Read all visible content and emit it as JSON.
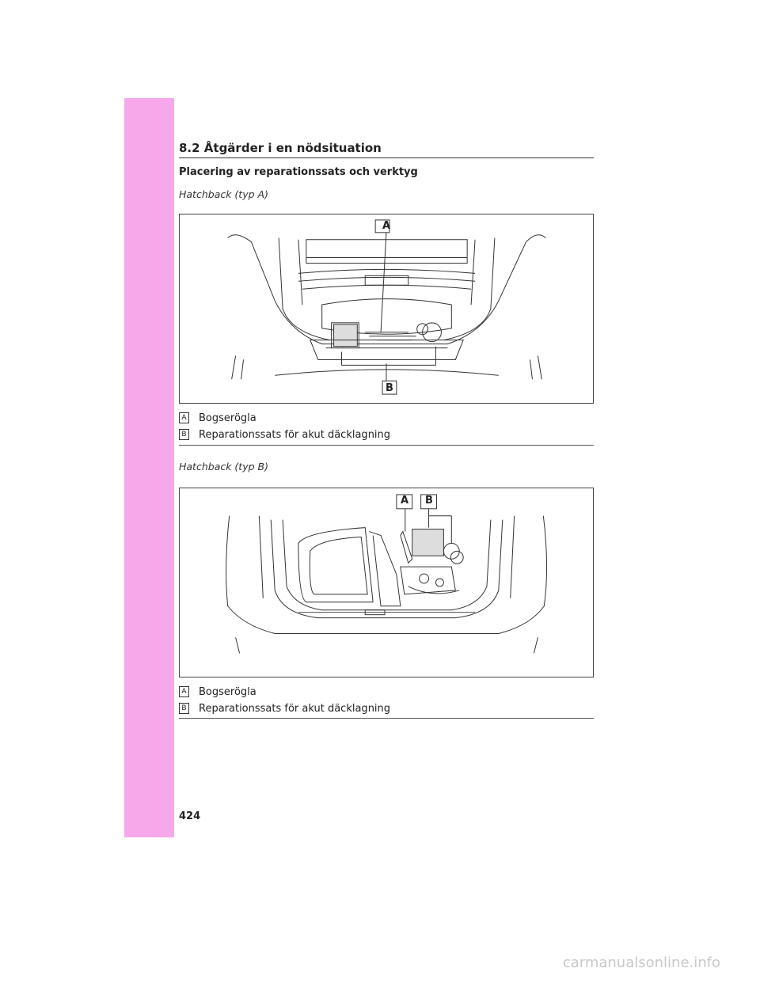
{
  "header": {
    "section_title": "8.2  Åtgärder i en nödsituation"
  },
  "content": {
    "heading": "Placering av reparationssats och verktyg",
    "figure_a": {
      "subheading": "Hatchback (typ A)",
      "callout_a": "A",
      "callout_b": "B",
      "legend": [
        {
          "key": "A",
          "label": "Bogserögla"
        },
        {
          "key": "B",
          "label": "Reparationssats för akut däcklagning"
        }
      ]
    },
    "figure_b": {
      "subheading": "Hatchback (typ B)",
      "callout_a": "A",
      "callout_b": "B",
      "legend": [
        {
          "key": "A",
          "label": "Bogserögla"
        },
        {
          "key": "B",
          "label": "Reparationssats för akut däcklagning"
        }
      ]
    }
  },
  "footer": {
    "page_number": "424",
    "watermark": "carmanualsonline.info"
  },
  "colors": {
    "sidebar": "#f7a8ea",
    "line": "#333333"
  }
}
